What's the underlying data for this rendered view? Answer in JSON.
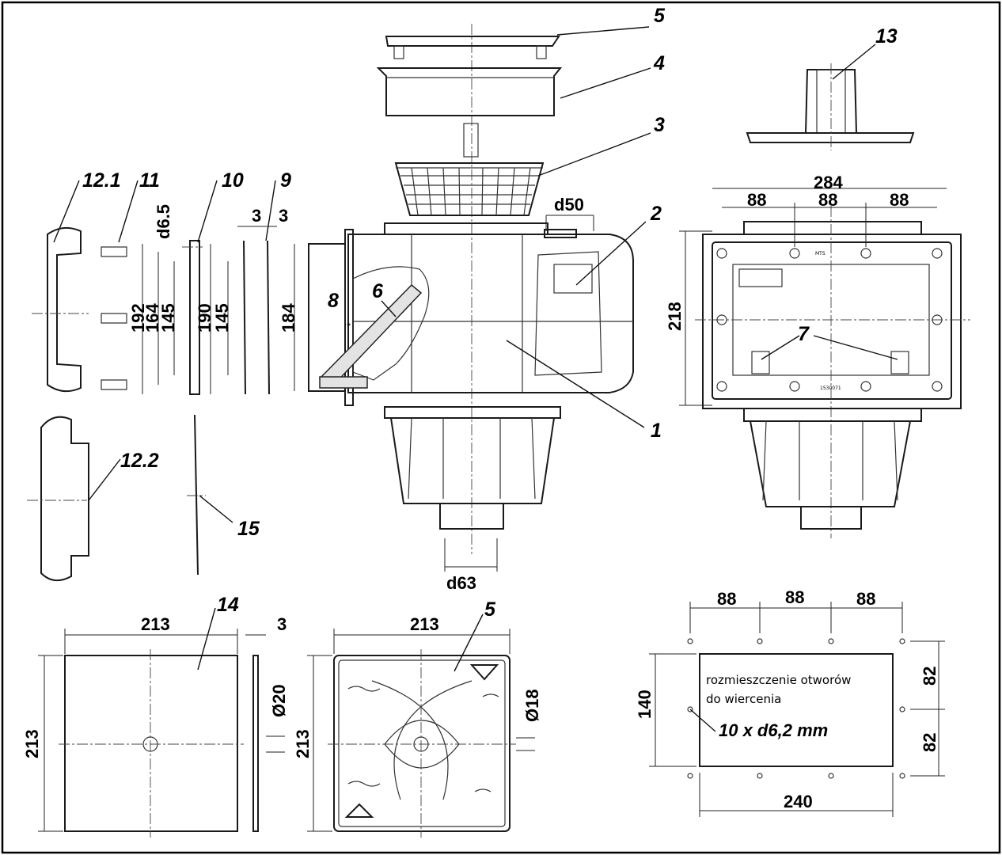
{
  "parts": {
    "p1": "1",
    "p2": "2",
    "p3": "3",
    "p4": "4",
    "p5_top": "5",
    "p5_lid": "5",
    "p6": "6",
    "p7": "7",
    "p8": "8",
    "p9": "9",
    "p10": "10",
    "p11": "11",
    "p12_1": "12.1",
    "p12_2": "12.2",
    "p13": "13",
    "p14": "14",
    "p15": "15"
  },
  "dims": {
    "d50": "d50",
    "d63": "d63",
    "d6_5": "d6.5",
    "front_width": "284",
    "front_height": "218",
    "front_pitch_1": "88",
    "front_pitch_2": "88",
    "front_pitch_3": "88",
    "h192": "192",
    "h164": "164",
    "h145a": "145",
    "h190": "190",
    "h145b": "145",
    "h184": "184",
    "t3a": "3",
    "t3b": "3",
    "plate_w": "213",
    "plate_h": "213",
    "plate_t": "3",
    "plate_hole": "Ø20",
    "lid_w": "213",
    "lid_h": "213",
    "lid_hole": "Ø18",
    "drill_pitch_1": "88",
    "drill_pitch_2": "88",
    "drill_pitch_3": "88",
    "drill_w": "240",
    "drill_h": "140",
    "drill_v1": "82",
    "drill_v2": "82"
  },
  "drilling": {
    "line1": "rozmieszczenie otworów",
    "line2": "do wiercenia",
    "holes": "10 x d6,2 mm"
  },
  "marks": {
    "serial": "1530071",
    "brand": "MTS"
  }
}
